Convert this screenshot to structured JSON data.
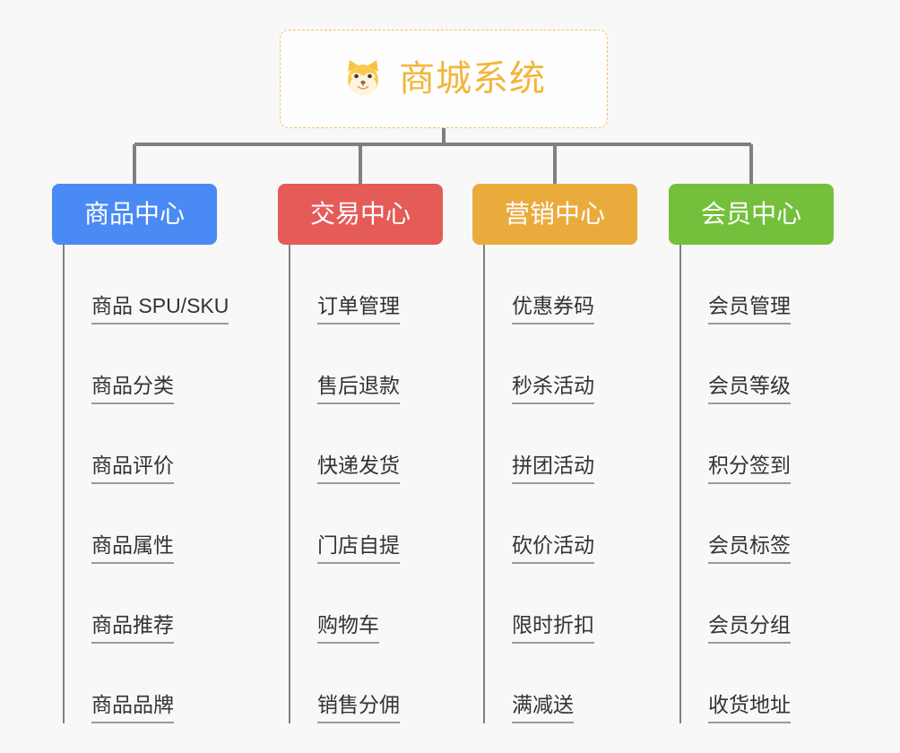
{
  "root": {
    "title": "商城系统",
    "icon": "shiba-dog-face-icon",
    "accent_color": "#f2b63c",
    "border_color": "#f0c070",
    "background": "#fefefe"
  },
  "canvas": {
    "background": "#f8f8f8",
    "connector_color": "#808080"
  },
  "categories": [
    {
      "label": "商品中心",
      "color": "#4a8af4",
      "items": [
        "商品 SPU/SKU",
        "商品分类",
        "商品评价",
        "商品属性",
        "商品推荐",
        "商品品牌"
      ]
    },
    {
      "label": "交易中心",
      "color": "#e55b58",
      "items": [
        "订单管理",
        "售后退款",
        "快递发货",
        "门店自提",
        "购物车",
        "销售分佣"
      ]
    },
    {
      "label": "营销中心",
      "color": "#eaab3d",
      "items": [
        "优惠券码",
        "秒杀活动",
        "拼团活动",
        "砍价活动",
        "限时折扣",
        "满减送"
      ]
    },
    {
      "label": "会员中心",
      "color": "#74c03c",
      "items": [
        "会员管理",
        "会员等级",
        "积分签到",
        "会员标签",
        "会员分组",
        "收货地址"
      ]
    }
  ]
}
